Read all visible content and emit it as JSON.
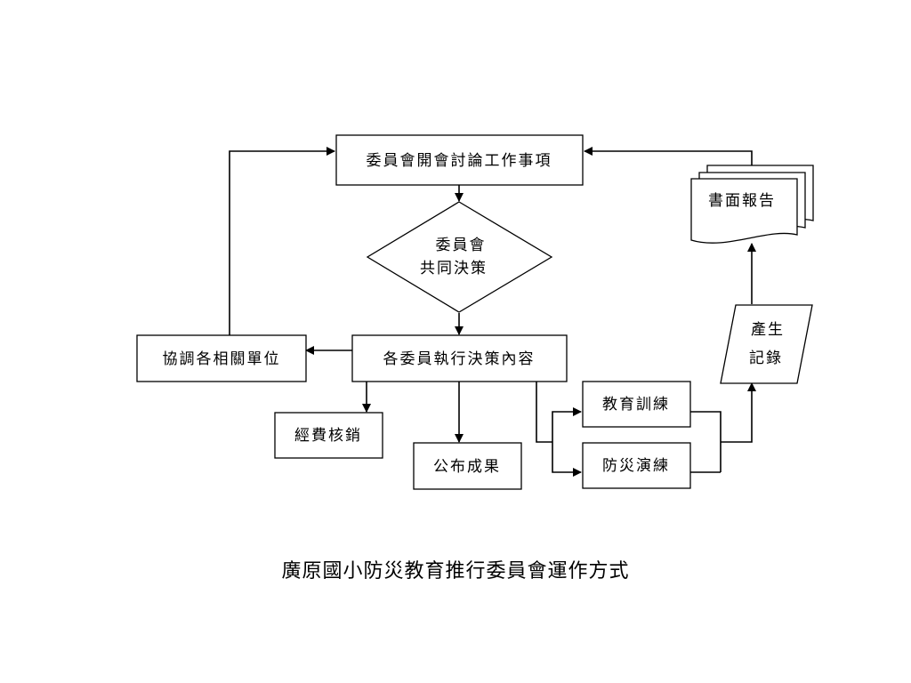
{
  "caption": "廣原國小防災教育推行委員會運作方式",
  "nodes": {
    "meeting": "委員會開會討論工作事項",
    "decision_line1": "委員會",
    "decision_line2": "共同決策",
    "execute": "各委員執行決策內容",
    "coordinate": "協調各相關單位",
    "funding": "經費核銷",
    "publish": "公布成果",
    "training": "教育訓練",
    "drill": "防災演練",
    "record_line1": "產生",
    "record_line2": "記錄",
    "report": "書面報告"
  }
}
